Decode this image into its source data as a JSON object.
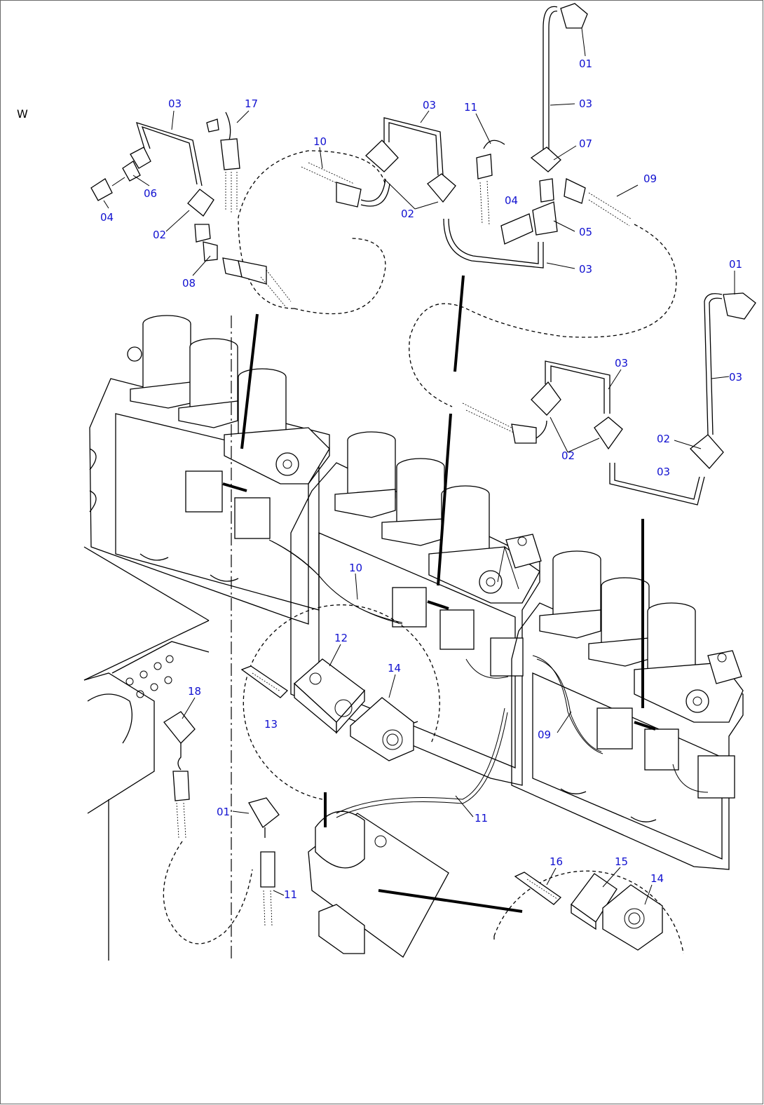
{
  "view_letter": "W",
  "callouts": [
    {
      "id": "c01a",
      "text": "01"
    },
    {
      "id": "c03a",
      "text": "03"
    },
    {
      "id": "c11a",
      "text": "11"
    },
    {
      "id": "c07a",
      "text": "07"
    },
    {
      "id": "c09a",
      "text": "09"
    },
    {
      "id": "c04a",
      "text": "04"
    },
    {
      "id": "c05a",
      "text": "05"
    },
    {
      "id": "c03b",
      "text": "03"
    },
    {
      "id": "c03c",
      "text": "03"
    },
    {
      "id": "c10a",
      "text": "10"
    },
    {
      "id": "c02a",
      "text": "02"
    },
    {
      "id": "c03d",
      "text": "03"
    },
    {
      "id": "c17a",
      "text": "17"
    },
    {
      "id": "c06a",
      "text": "06"
    },
    {
      "id": "c04b",
      "text": "04"
    },
    {
      "id": "c02b",
      "text": "02"
    },
    {
      "id": "c08a",
      "text": "08"
    },
    {
      "id": "c01b",
      "text": "01"
    },
    {
      "id": "c03e",
      "text": "03"
    },
    {
      "id": "c03f",
      "text": "03"
    },
    {
      "id": "c02c",
      "text": "02"
    },
    {
      "id": "c02d",
      "text": "02"
    },
    {
      "id": "c03g",
      "text": "03"
    },
    {
      "id": "c10b",
      "text": "10"
    },
    {
      "id": "c12a",
      "text": "12"
    },
    {
      "id": "c14a",
      "text": "14"
    },
    {
      "id": "c13a",
      "text": "13"
    },
    {
      "id": "c18a",
      "text": "18"
    },
    {
      "id": "c09b",
      "text": "09"
    },
    {
      "id": "c11b",
      "text": "11"
    },
    {
      "id": "c01c",
      "text": "01"
    },
    {
      "id": "c11c",
      "text": "11"
    },
    {
      "id": "c16a",
      "text": "16"
    },
    {
      "id": "c15a",
      "text": "15"
    },
    {
      "id": "c14b",
      "text": "14"
    }
  ]
}
